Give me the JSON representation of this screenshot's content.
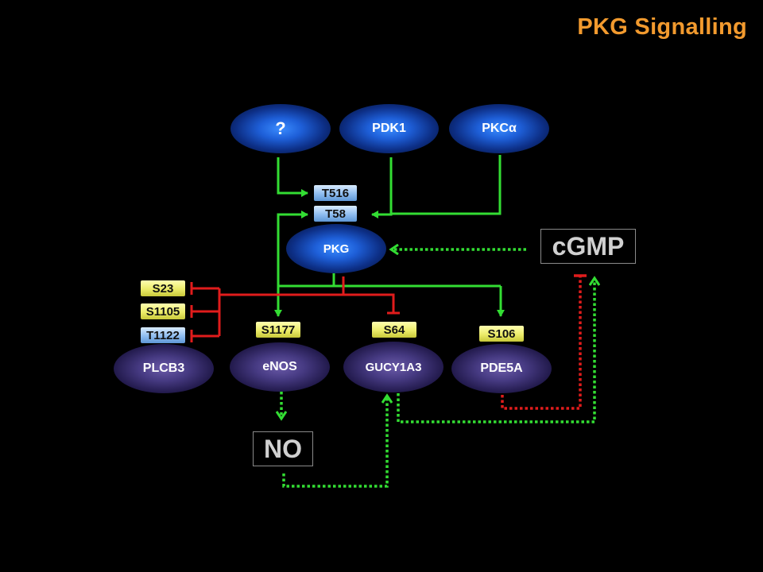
{
  "title": "PKG Signalling",
  "nodes": {
    "unknown": "?",
    "pdk1": "PDK1",
    "pkca": "PKCα",
    "pkg": "PKG",
    "plcb3": "PLCB3",
    "enos": "eNOS",
    "gucy1a3": "GUCY1A3",
    "pde5a": "PDE5A"
  },
  "sites": {
    "t516": "T516",
    "t58": "T58",
    "s23": "S23",
    "s1105": "S1105",
    "t1122": "T1122",
    "s1177": "S1177",
    "s64": "S64",
    "s106": "S106"
  },
  "messengers": {
    "cgmp": "cGMP",
    "no": "NO"
  },
  "colors": {
    "background": "#000000",
    "title": "#f29a2e",
    "activation": "#33dd33",
    "inhibition": "#e01c1c",
    "phosphosite_blue": "#8fbdf0",
    "phosphosite_yellow": "#ecec6a"
  }
}
